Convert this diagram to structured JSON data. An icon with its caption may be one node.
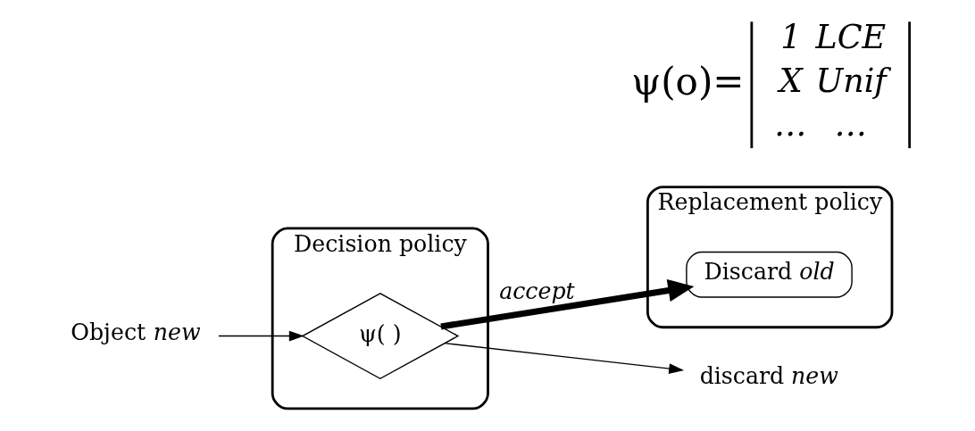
{
  "diagram": {
    "nodes": [
      {
        "text": [
          "Decision policy"
        ]
      },
      {
        "text": [
          "ψ( )"
        ],
        "in": 0
      },
      {
        "text": [
          "Replacement policy"
        ]
      },
      {
        "text": [
          "Discard *old*"
        ],
        "in": 2
      },
      {
        "text": [
          "Object *new*"
        ]
      },
      {
        "text": [
          "discard *new*"
        ]
      }
    ],
    "edges": [
      {
        "from": 4,
        "to": 1,
        "arrow": "to"
      },
      {
        "from": 1,
        "to": 3,
        "arrow": "to",
        "label": "*accept*",
        "style": "thick"
      },
      {
        "from": 1,
        "to": 5,
        "arrow": "to"
      }
    ],
    "labels": [
      "ψ(o)=",
      "1",
      "LCE",
      "X",
      "Unif",
      "…",
      "…"
    ]
  }
}
